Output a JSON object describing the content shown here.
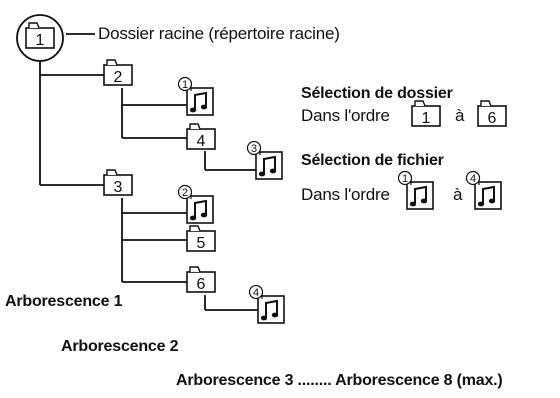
{
  "diagram": {
    "root_label": "Dossier racine (répertoire racine)",
    "folders": {
      "f1": "1",
      "f2": "2",
      "f3": "3",
      "f4": "4",
      "f5": "5",
      "f6": "6"
    },
    "files": {
      "n1": "1",
      "n2": "2",
      "n3": "3",
      "n4": "4"
    },
    "legend": {
      "folder_title": "Sélection de dossier",
      "folder_prefix": "Dans l'ordre",
      "folder_between": "à",
      "folder_from": "1",
      "folder_to": "6",
      "file_title": "Sélection de fichier",
      "file_prefix": "Dans l'ordre",
      "file_between": "à",
      "file_from": "1",
      "file_to": "4"
    },
    "levels": {
      "level1": "Arborescence 1",
      "level2": "Arborescence 2",
      "level3_8": "Arborescence 3 ........ Arborescence 8 (max.)"
    }
  }
}
